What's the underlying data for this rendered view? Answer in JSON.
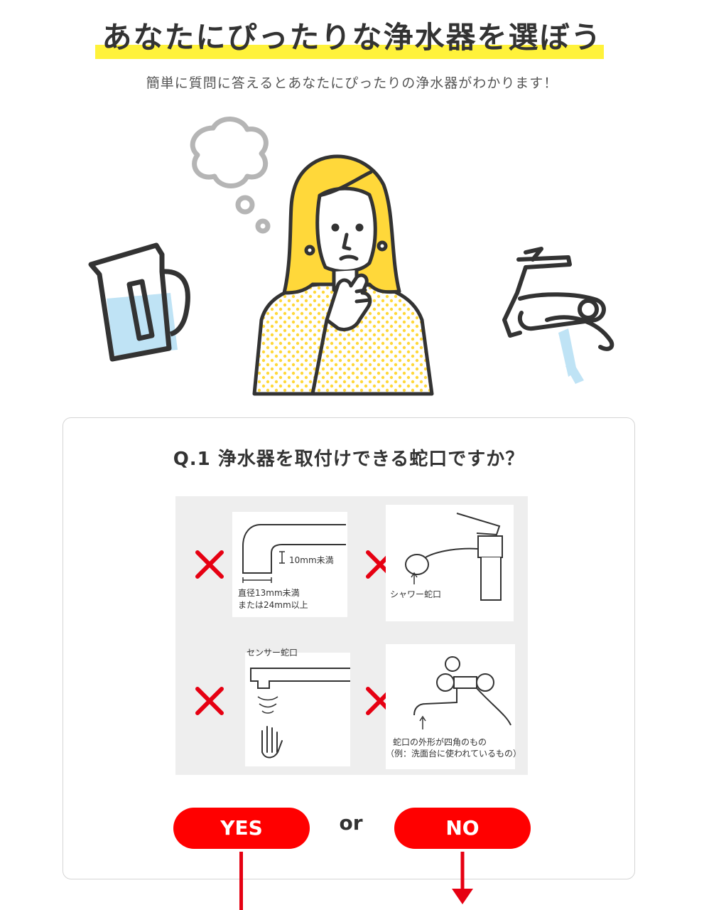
{
  "header": {
    "title": "あなたにぴったりな浄水器を選ぼう",
    "subtitle": "簡単に質問に答えるとあなたにぴったりの浄水器がわかります！"
  },
  "question": {
    "label": "Q.1 浄水器を取付けできる蛇口ですか？",
    "diagram": {
      "panel1": {
        "dim": "10mm未満",
        "note_line1": "直径13mm未満",
        "note_line2": "または24mm以上"
      },
      "panel2": {
        "note": "シャワー蛇口"
      },
      "panel3": {
        "note": "センサー蛇口"
      },
      "panel4": {
        "note_line1": "蛇口の外形が四角のもの",
        "note_line2": "（例：洗面台に使われているもの）"
      }
    },
    "yes_label": "YES",
    "or_label": "or",
    "no_label": "NO"
  },
  "colors": {
    "accent": "#ff0000",
    "highlight": "#fff23a",
    "hair": "#ffd83a",
    "water": "#bfe3f5"
  }
}
